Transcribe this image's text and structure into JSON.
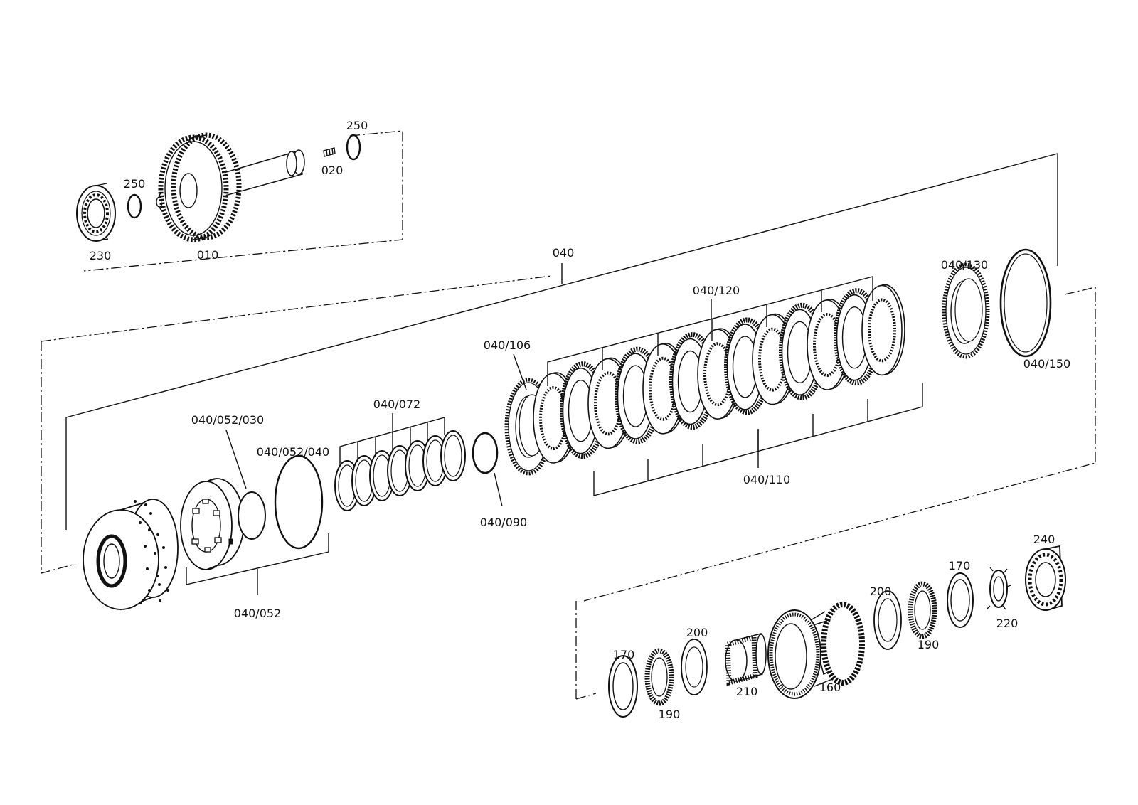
{
  "callouts": {
    "c230": "230",
    "c250a": "250",
    "c010": "010",
    "c020": "020",
    "c250b": "250",
    "c040": "040",
    "c040_052_030": "040/052/030",
    "c040_052_040": "040/052/040",
    "c040_072": "040/072",
    "c040_106": "040/106",
    "c040_120": "040/120",
    "c040_130": "040/130",
    "c040_150": "040/150",
    "c040_110": "040/110",
    "c040_090": "040/090",
    "c040_052": "040/052",
    "c170a": "170",
    "c190a": "190",
    "c200a": "200",
    "c210": "210",
    "c160": "160",
    "c200b": "200",
    "c190b": "190",
    "c170b": "170",
    "c220": "220",
    "c240": "240"
  }
}
